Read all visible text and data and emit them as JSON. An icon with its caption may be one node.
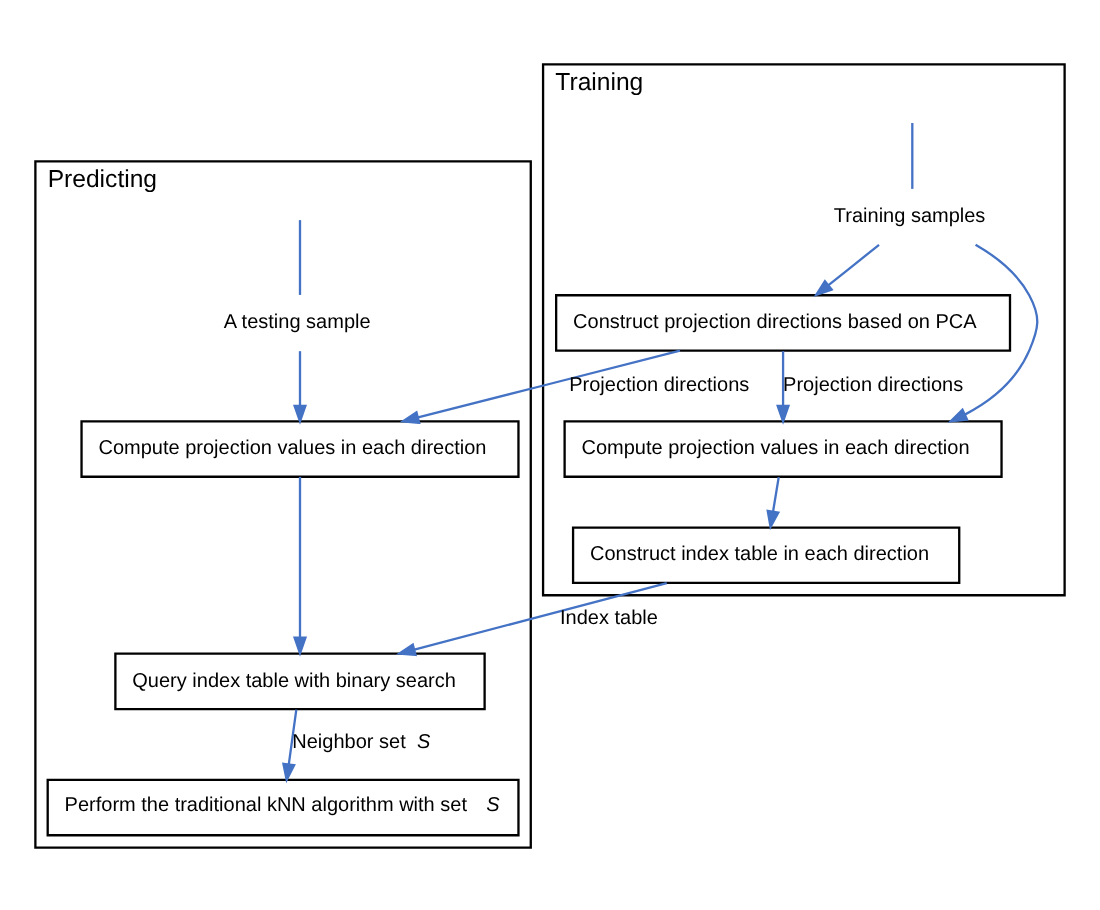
{
  "diagram": {
    "nodes": [
      {
        "text": [
          "Training"
        ]
      },
      {
        "text": [
          "Training samples"
        ],
        "in": 0
      },
      {
        "text": [
          "Compute projection values in each direction"
        ],
        "in": 0
      },
      {
        "text": [
          "Construct index table in each direction"
        ],
        "in": 0
      },
      {
        "text": [
          "Construct projection directions based on PCA"
        ],
        "in": 0
      },
      {
        "text": [
          "Predicting"
        ]
      },
      {
        "text": [
          "A testing sample"
        ],
        "in": 5
      },
      {
        "text": [
          "Compute projection values in each direction"
        ],
        "in": 5
      },
      {
        "text": [
          "Query index table with binary search"
        ],
        "in": 5
      },
      {
        "text": [
          "Perform the traditional kNN algorithm with set *S*"
        ],
        "in": 5
      }
    ],
    "edges": [
      {
        "from": null,
        "to": 1,
        "arrow": "none"
      },
      {
        "from": 1,
        "to": 2,
        "arrow": "to"
      },
      {
        "from": 2,
        "to": 3,
        "arrow": "to"
      },
      {
        "from": 1,
        "to": 4,
        "arrow": "to"
      },
      {
        "from": 4,
        "to": 2,
        "arrow": "to",
        "label": "Projection directions"
      },
      {
        "from": 4,
        "to": 7,
        "arrow": "to",
        "label": "Projection directions"
      },
      {
        "from": 3,
        "to": 8,
        "arrow": "to",
        "label": "Index table"
      },
      {
        "from": null,
        "to": 6,
        "arrow": "none"
      },
      {
        "from": 6,
        "to": 7,
        "arrow": "to"
      },
      {
        "from": 7,
        "to": 8,
        "arrow": "to"
      },
      {
        "from": 8,
        "to": 9,
        "arrow": "to",
        "label": "Neighbor set *S*"
      }
    ]
  }
}
